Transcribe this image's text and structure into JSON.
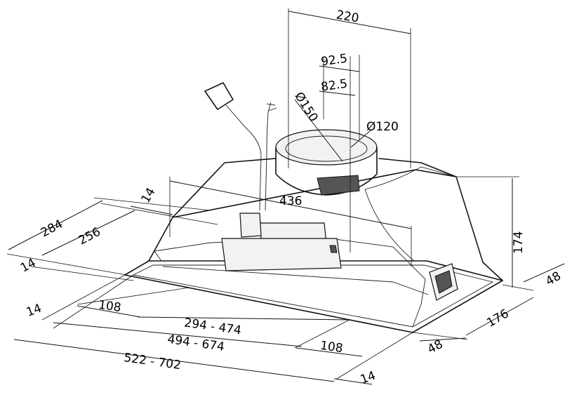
{
  "dimensions": {
    "d220": "220",
    "d92_5": "92.5",
    "d82_5": "82.5",
    "d150": "Ø150",
    "d120": "Ø120",
    "d436": "436",
    "d14_top": "14",
    "d284": "284",
    "d256": "256",
    "d14_left": "14",
    "d174": "174",
    "d48_right": "48",
    "d176": "176",
    "d14_bottom_left": "14",
    "d108_left": "108",
    "d294_474": "294 - 474",
    "d494_674": "494 - 674",
    "d522_702": "522 - 702",
    "d108_right": "108",
    "d48_bottom": "48",
    "d14_bottom": "14"
  }
}
